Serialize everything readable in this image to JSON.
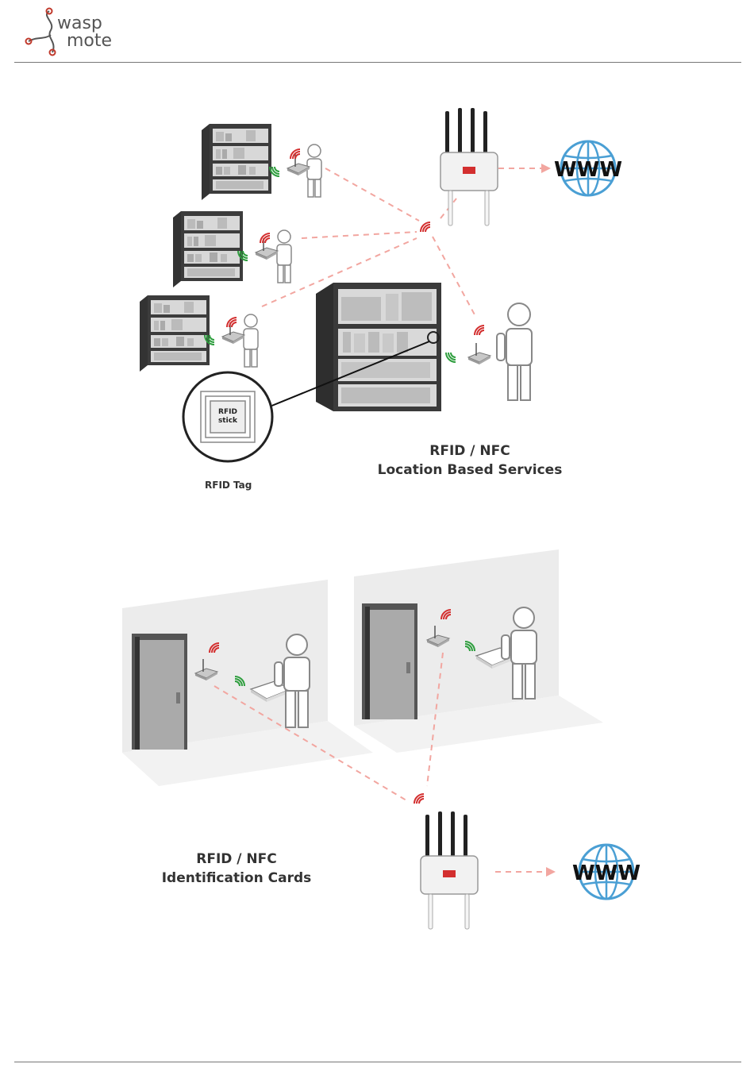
{
  "logo": {
    "line1": "wasp",
    "line2": "mote"
  },
  "diagram_top": {
    "caption_line1": "RFID / NFC",
    "caption_line2": "Location Based Services",
    "tag_caption": "RFID Tag",
    "tag_line1": "RFID",
    "tag_line2": "stick",
    "www": "WWW"
  },
  "diagram_bottom": {
    "caption_line1": "RFID / NFC",
    "caption_line2": "Identification Cards",
    "www": "WWW"
  },
  "colors": {
    "red": "#d32f2f",
    "green": "#2e9e3e",
    "dash": "#f2a6a0",
    "globe": "#4a9fd4"
  }
}
